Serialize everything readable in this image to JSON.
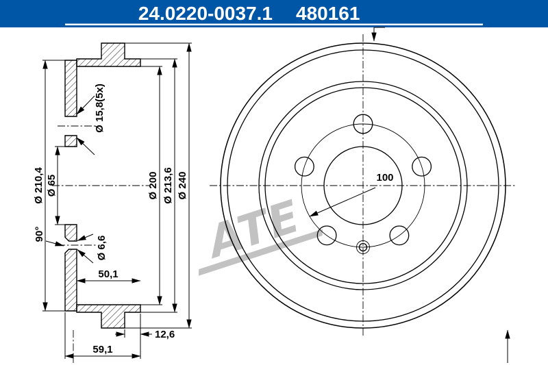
{
  "header": {
    "part_number": "24.0220-0037.1",
    "ref_number": "480161",
    "bg_color": "#0056a6",
    "underline_color": "#ffffff"
  },
  "watermark": {
    "text": "ATE",
    "color": "#b3b3b3"
  },
  "section_view": {
    "labels": {
      "flange_outer_dia": "Ø 210,4",
      "center_bore_dia": "Ø 65",
      "wheel_bolt_holes": "Ø 15,8(5x)",
      "countersink_angle": "90°",
      "locating_hole_dia": "Ø 6,6",
      "inner_depth": "50,1",
      "braking_surface_dia": "Ø 200",
      "shell_outer_dia": "Ø 213,6",
      "rim_outer_dia": "Ø 240",
      "rim_offset": "12,6",
      "total_depth": "59,1"
    }
  },
  "front_view": {
    "labels": {
      "bolt_circle_dia": "100"
    },
    "bolt_hole_count": "5"
  }
}
